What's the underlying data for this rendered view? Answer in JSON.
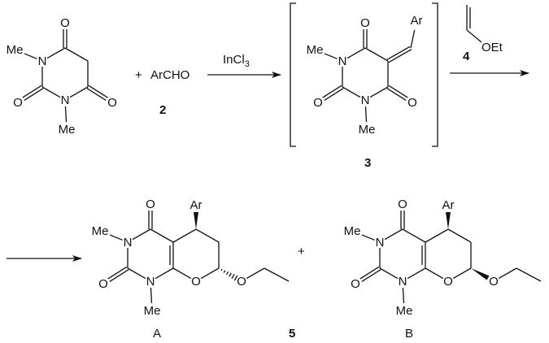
{
  "atoms": {
    "N": "N",
    "O": "O",
    "Me": "Me",
    "Ar": "Ar"
  },
  "scheme": {
    "reactant_plus": "+",
    "aldehyde": "ArCHO",
    "compound_2": "2",
    "catalyst": {
      "main": "InCl",
      "sub": "3"
    },
    "compound_3": "3",
    "compound_4": "4",
    "vinyl_ether_group": "OEt",
    "product_plus": "+",
    "isomer_a": "A",
    "compound_5": "5",
    "isomer_b": "B"
  }
}
